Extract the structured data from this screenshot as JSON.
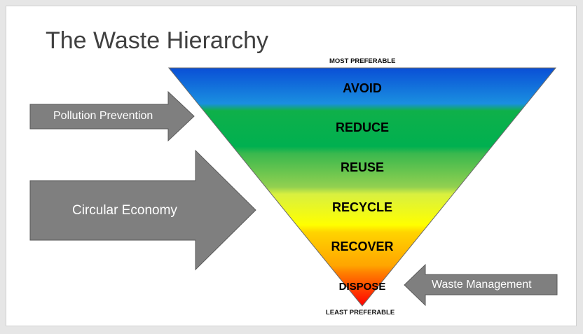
{
  "slide": {
    "title": "The Waste Hierarchy"
  },
  "pyramid": {
    "top_caption": "MOST PREFERABLE",
    "bottom_caption": "LEAST PREFERABLE",
    "tiers": [
      {
        "label": "AVOID",
        "color_top": "#0a5cd8",
        "color_bottom": "#1aa0e0"
      },
      {
        "label": "REDUCE",
        "color_top": "#10a84a",
        "color_bottom": "#00b050"
      },
      {
        "label": "REUSE",
        "color_top": "#2fb84f",
        "color_bottom": "#92d050"
      },
      {
        "label": "RECYCLE",
        "color_top": "#d8f040",
        "color_bottom": "#ffff00"
      },
      {
        "label": "RECOVER",
        "color_top": "#ffd000",
        "color_bottom": "#ffa800"
      },
      {
        "label": "DISPOSE",
        "color_top": "#ff8a00",
        "color_bottom": "#ff0000"
      }
    ]
  },
  "arrows": {
    "pollution_prevention": "Pollution Prevention",
    "circular_economy": "Circular Economy",
    "waste_management": "Waste Management"
  },
  "colors": {
    "arrow_fill": "#7f7f7f",
    "arrow_stroke": "#5a5a5a"
  }
}
